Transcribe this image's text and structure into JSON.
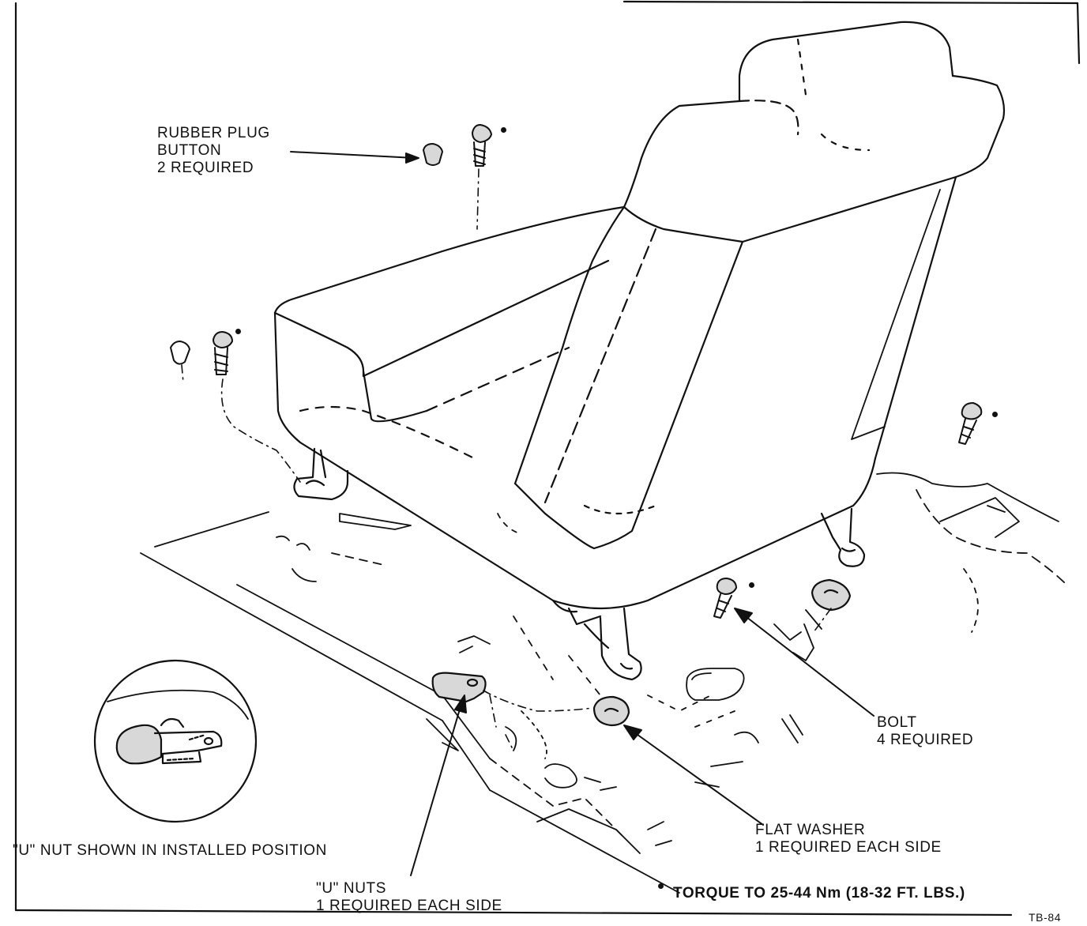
{
  "figure": {
    "figure_id": "TB-84",
    "colors": {
      "ink": "#111111",
      "paper": "#ffffff",
      "shade": "#d8d8d8"
    }
  },
  "labels": {
    "rubber_plug": [
      "RUBBER PLUG",
      "BUTTON",
      "2 REQUIRED"
    ],
    "bolt": [
      "BOLT",
      "4 REQUIRED"
    ],
    "flat_washer": [
      "FLAT WASHER",
      "1 REQUIRED EACH SIDE"
    ],
    "u_nuts": [
      "\"U\" NUTS",
      "1 REQUIRED EACH SIDE"
    ],
    "installed_note": "\"U\" NUT SHOWN IN INSTALLED POSITION",
    "torque_note": "TORQUE TO 25-44 Nm  (18-32 FT. LBS.)"
  },
  "icons": [
    "torque-dot-icon",
    "bolt-icon",
    "plug-button-icon",
    "u-nut-icon",
    "washer-icon"
  ]
}
